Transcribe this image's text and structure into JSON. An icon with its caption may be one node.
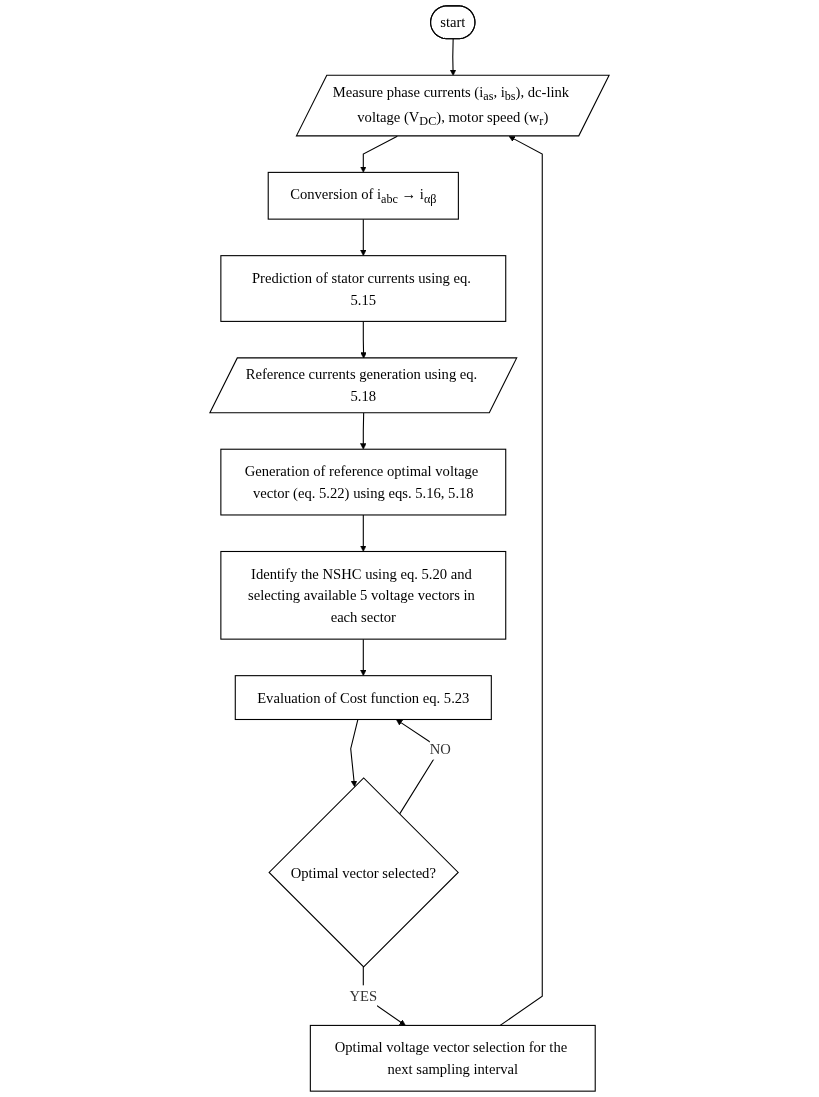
{
  "diagram": {
    "nodes": [
      {
        "text": [
          "start"
        ]
      },
      {
        "text": [
          "Measure phase currents (i$_{as}$, i$_{bs}$), dc-link voltage (V$_{DC}$), motor speed (w$_{r}$)"
        ]
      },
      {
        "text": [
          "Conversion of i$_{abc}$ → i$_{αβ}$"
        ]
      },
      {
        "text": [
          "Prediction of stator currents using eq. 5.15"
        ]
      },
      {
        "text": [
          "Reference currents generation using eq. 5.18"
        ]
      },
      {
        "text": [
          "Generation of reference optimal voltage vector (eq. 5.22) using eqs. 5.16, 5.18"
        ]
      },
      {
        "text": [
          "Identify the NSHC using eq. 5.20 and selecting available 5 voltage vectors in each sector"
        ]
      },
      {
        "text": [
          "Evaluation of Cost function eq. 5.23"
        ]
      },
      {
        "text": [
          "Optimal vector selected?"
        ]
      },
      {
        "text": [
          "Optimal voltage vector selection for the next sampling interval"
        ]
      }
    ],
    "edges": [
      {
        "from": 0,
        "to": 1,
        "arrow": "to"
      },
      {
        "from": 1,
        "to": 2,
        "arrow": "to"
      },
      {
        "from": 2,
        "to": 3,
        "arrow": "to"
      },
      {
        "from": 3,
        "to": 4,
        "arrow": "to"
      },
      {
        "from": 4,
        "to": 5,
        "arrow": "to"
      },
      {
        "from": 5,
        "to": 6,
        "arrow": "to"
      },
      {
        "from": 6,
        "to": 7,
        "arrow": "to"
      },
      {
        "from": 7,
        "to": 8,
        "arrow": "to"
      },
      {
        "from": 8,
        "to": 7,
        "label": "NO",
        "arrow": "to"
      },
      {
        "from": 8,
        "to": 9,
        "label": "YES",
        "arrow": "to"
      },
      {
        "from": 9,
        "to": 1,
        "arrow": "to"
      }
    ]
  }
}
